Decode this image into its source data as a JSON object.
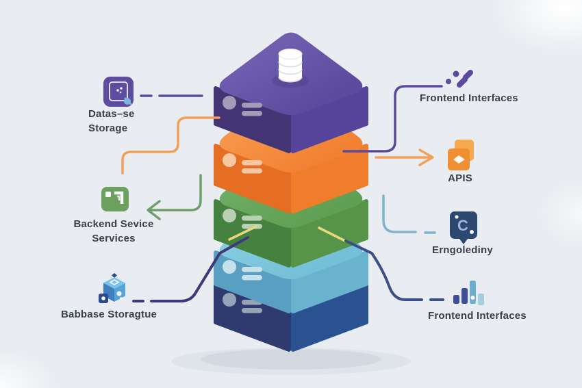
{
  "colors": {
    "background": "#E9EDF1",
    "text": "#3A4049"
  },
  "stack": {
    "layers": [
      {
        "id": "purple",
        "top_light": "#7A68B8",
        "top": "#5C4A9E",
        "left": "#433573",
        "right": "#55449A",
        "detail": "#A29CB8"
      },
      {
        "id": "orange",
        "top_light": "#F9A458",
        "top": "#F28134",
        "left": "#E66D24",
        "right": "#EF7D2C",
        "detail": "#F7C9A2"
      },
      {
        "id": "green",
        "top_light": "#76B56A",
        "top": "#5FA054",
        "left": "#46823F",
        "right": "#569448",
        "detail": "#BAD0B3"
      },
      {
        "id": "steel",
        "top_light": "#90D3E3",
        "top": "#74C0D7",
        "left": "#599FC2",
        "right": "#6AB3CE",
        "detail": "#C6E1EA"
      },
      {
        "id": "navy",
        "top_light": "#3A68A7",
        "top": "#2E5A99",
        "left": "#2F3A6E",
        "right": "#2B5290",
        "detail": "#96A3B9"
      }
    ],
    "cylinder_color": "#FFFFFF",
    "cylinder_line": "#D8D8E2",
    "shadow": "#CFD5DC"
  },
  "connectors": {
    "purple": "#5B4A9B",
    "orange": "#F2A057",
    "green": "#6F9F6A",
    "navy_left": "#3E3A7A",
    "blue": "#7FB3CC",
    "navy_right": "#3D4F87",
    "yellow": "#E9D77F"
  },
  "left_labels": [
    {
      "icon": "document-data-icon",
      "line1": "Datas–se",
      "line2": "Storage"
    },
    {
      "icon": "backend-window-icon",
      "line1": "Backend Sevice",
      "line2": "Services"
    },
    {
      "icon": "cube-database-icon",
      "line1": "Babbase Storagtue",
      "line2": ""
    }
  ],
  "right_labels": [
    {
      "icon": "dots-arrow-icon",
      "line1": "Frontend Interfaces"
    },
    {
      "icon": "stacked-squares-icon",
      "line1": "APIS"
    },
    {
      "icon": "c-badge-icon",
      "line1": "Erngolediny"
    },
    {
      "icon": "bar-chart-icon",
      "line1": "Frontend Interfaces"
    }
  ],
  "icon_colors": {
    "doc_purple": "#5D4CA0",
    "doc_accent": "#7FB3E0",
    "window_green": "#6BA05F",
    "cube_top": "#7CC1E8",
    "cube_left": "#3F7FC0",
    "cube_right": "#57A3D8",
    "cube_badge": "#2B4A8C",
    "squares_orange": "#F09033",
    "squares_orange_light": "#F6A94E",
    "badge_navy": "#2C4770",
    "badge_letter": "C",
    "badge_letter_color": "#9FB6D9",
    "glyph_purple": "#5B4A9B",
    "bar_dark": "#3D4F97",
    "bar_mid": "#6FAECB",
    "bar_light": "#A5CEDD"
  }
}
